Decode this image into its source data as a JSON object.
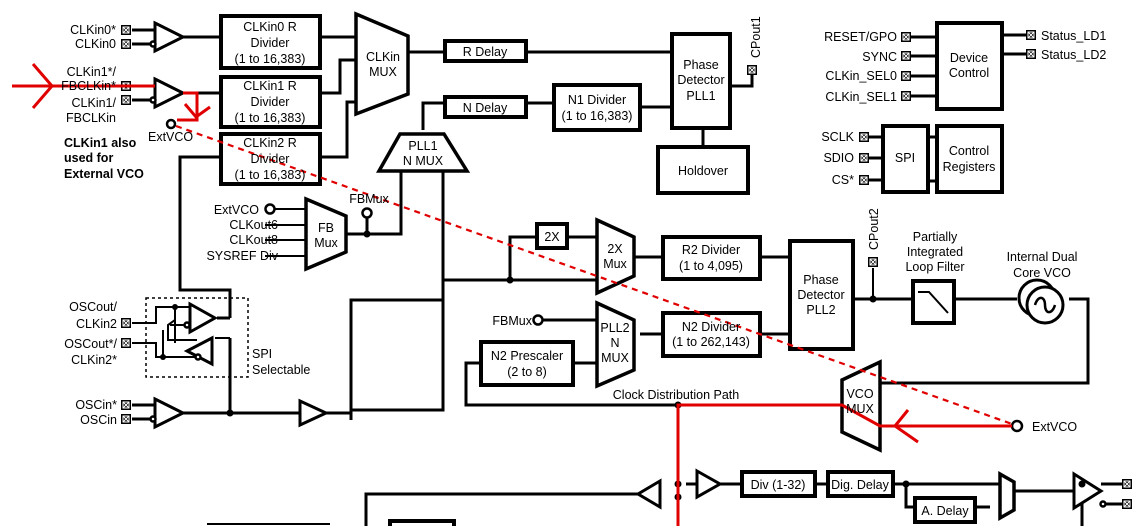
{
  "diagram": {
    "title": "Clock conditioner functional block diagram (dual PLL jitter cleaner)",
    "inputs": {
      "clkin0_n": "CLKin0*",
      "clkin0": "CLKin0",
      "clkin1_n": "CLKin1*/",
      "clkin1_n_2": "FBCLKin*",
      "clkin1": "CLKin1/",
      "clkin1_2": "FBCLKin",
      "extvco_top": "ExtVCO",
      "note_line1": "CLKin1 also",
      "note_line2": "used for",
      "note_line3": "External VCO",
      "oscout": "OSCout/",
      "oscout_2": "CLKin2",
      "oscout_n": "OSCout*/",
      "oscout_n_2": "CLKin2*",
      "spi_sel_1": "SPI",
      "spi_sel_2": "Selectable",
      "oscin_n": "OSCin*",
      "oscin": "OSCin"
    },
    "blocks": {
      "clkin0_div": [
        "CLKin0 R",
        "Divider",
        "(1 to 16,383)"
      ],
      "clkin1_div": [
        "CLKin1 R",
        "Divider",
        "(1 to 16,383)"
      ],
      "clkin2_div": [
        "CLKin2 R",
        "Divider",
        "(1 to 16,383)"
      ],
      "clkin_mux": [
        "CLKin",
        "MUX"
      ],
      "r_delay": "R Delay",
      "n_delay": "N Delay",
      "n1_div": [
        "N1 Divider",
        "(1 to 16,383)"
      ],
      "pd_pll1": [
        "Phase",
        "Detector",
        "PLL1"
      ],
      "cpout1": "CPout1",
      "holdover": "Holdover",
      "pll1_nmux": [
        "PLL1",
        "N MUX"
      ],
      "fbmux_label": "FBMux",
      "fb_mux": [
        "FB",
        "Mux"
      ],
      "fb_inputs": [
        "ExtVCO",
        "CLKout6",
        "CLKout8",
        "SYSREF Div"
      ],
      "doubler": "2X",
      "doubler_mux": [
        "2X",
        "Mux"
      ],
      "r2_div": [
        "R2 Divider",
        "(1 to 4,095)"
      ],
      "pd_pll2": [
        "Phase",
        "Detector",
        "PLL2"
      ],
      "cpout2": "CPout2",
      "loop_filter": [
        "Partially",
        "Integrated",
        "Loop Filter"
      ],
      "vco": [
        "Internal Dual",
        "Core VCO"
      ],
      "fbmux_in2": "FBMux",
      "pll2_nmux": [
        "PLL2",
        "N",
        "MUX"
      ],
      "n2_div": [
        "N2 Divider",
        "(1 to 262,143)"
      ],
      "n2_prescaler": [
        "N2 Prescaler",
        "(2 to 8)"
      ],
      "clock_dist": "Clock Distribution Path",
      "vco_mux": [
        "VCO",
        "MUX"
      ],
      "extvco_right": "ExtVCO",
      "div": "Div (1-32)",
      "dig_delay": "Dig. Delay",
      "a_delay": "A. Delay"
    },
    "control": {
      "device_control_inputs": [
        "RESET/GPO",
        "SYNC",
        "CLKin_SEL0",
        "CLKin_SEL1"
      ],
      "device_control": [
        "Device",
        "Control"
      ],
      "status_outputs": [
        "Status_LD1",
        "Status_LD2"
      ],
      "spi_inputs": [
        "SCLK",
        "SDIO",
        "CS*"
      ],
      "spi": "SPI",
      "control_registers": [
        "Control",
        "Registers"
      ]
    },
    "annotation_color": "#e00000"
  }
}
